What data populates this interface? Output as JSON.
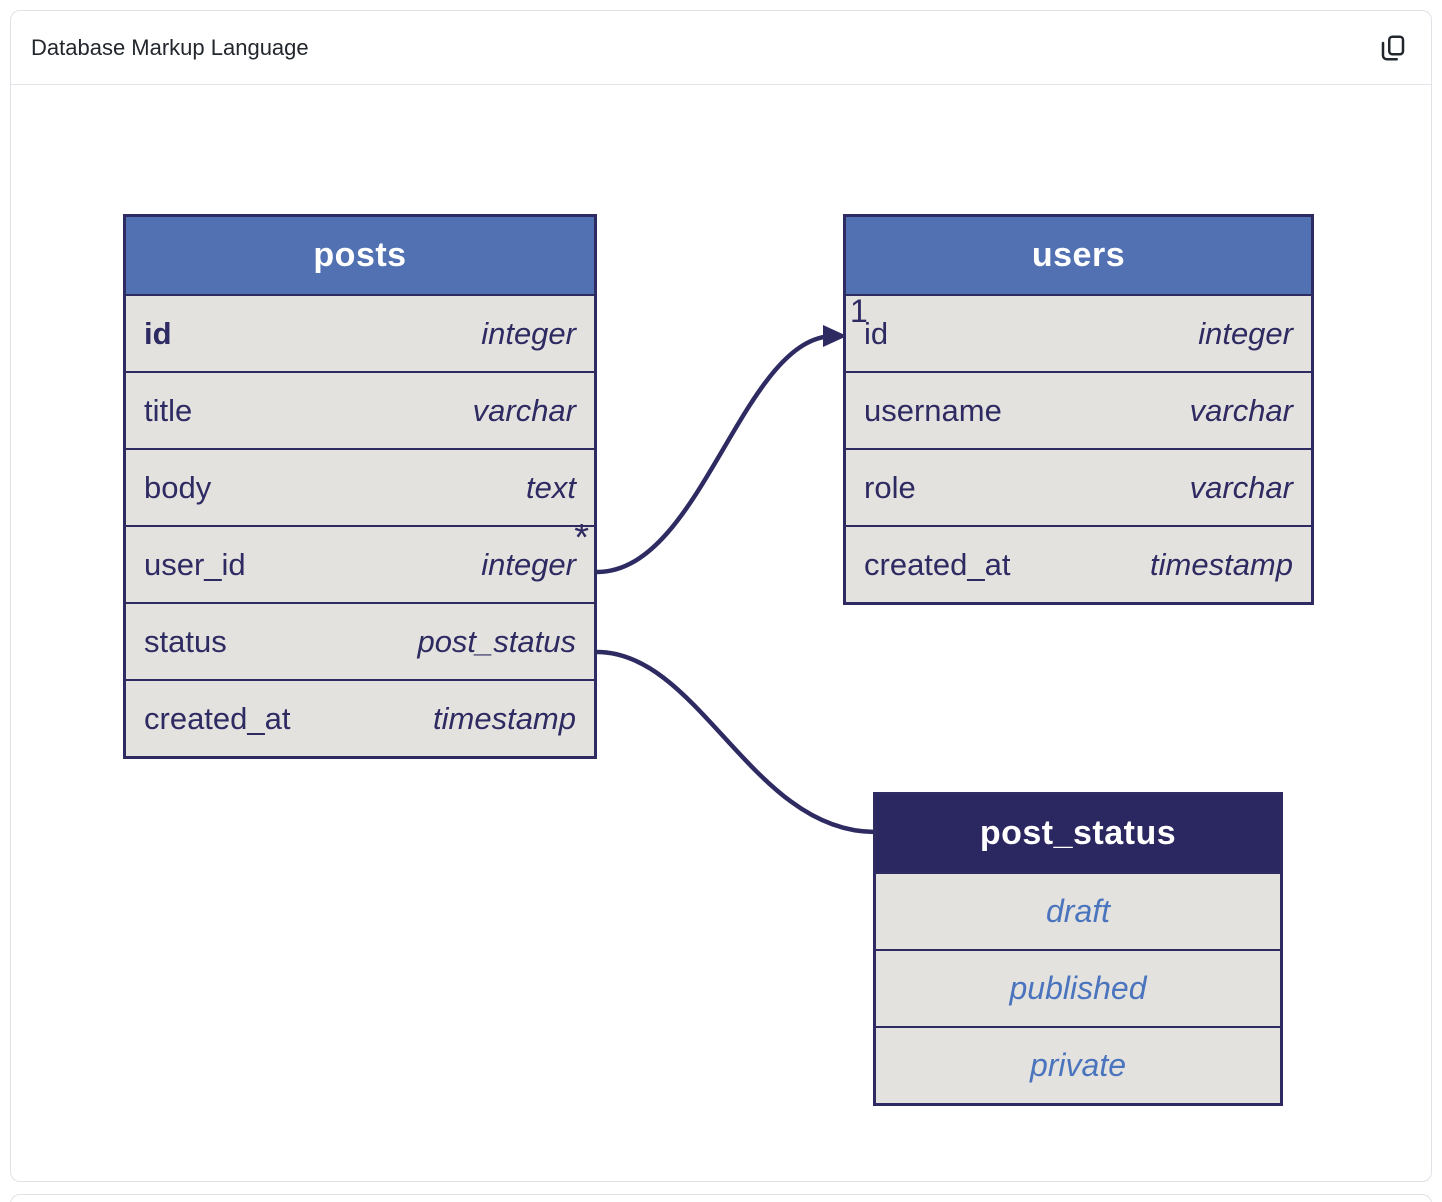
{
  "header": {
    "title": "Database Markup Language",
    "copy_button_icon": "copy-icon"
  },
  "diagram": {
    "type": "entity-relationship",
    "colors": {
      "table_header_blue": "#5271b3",
      "enum_header_navy": "#2b2760",
      "row_background": "#e4e2de",
      "line_and_text_navy": "#2e2a62",
      "enum_value_blue": "#4b74be"
    },
    "tables": [
      {
        "name": "posts",
        "kind": "table",
        "fields": [
          {
            "name": "id",
            "type": "integer",
            "pk": true
          },
          {
            "name": "title",
            "type": "varchar"
          },
          {
            "name": "body",
            "type": "text"
          },
          {
            "name": "user_id",
            "type": "integer",
            "cardinality_marker": "*"
          },
          {
            "name": "status",
            "type": "post_status"
          },
          {
            "name": "created_at",
            "type": "timestamp"
          }
        ]
      },
      {
        "name": "users",
        "kind": "table",
        "fields": [
          {
            "name": "id",
            "type": "integer",
            "cardinality_marker": "1"
          },
          {
            "name": "username",
            "type": "varchar"
          },
          {
            "name": "role",
            "type": "varchar"
          },
          {
            "name": "created_at",
            "type": "timestamp"
          }
        ]
      },
      {
        "name": "post_status",
        "kind": "enum",
        "values": [
          "draft",
          "published",
          "private"
        ]
      }
    ],
    "relationships": [
      {
        "from": "posts.user_id",
        "to": "users.id",
        "from_cardinality": "*",
        "to_cardinality": "1",
        "arrowhead": true
      },
      {
        "from": "posts.status",
        "to": "post_status",
        "arrowhead": false
      }
    ]
  }
}
